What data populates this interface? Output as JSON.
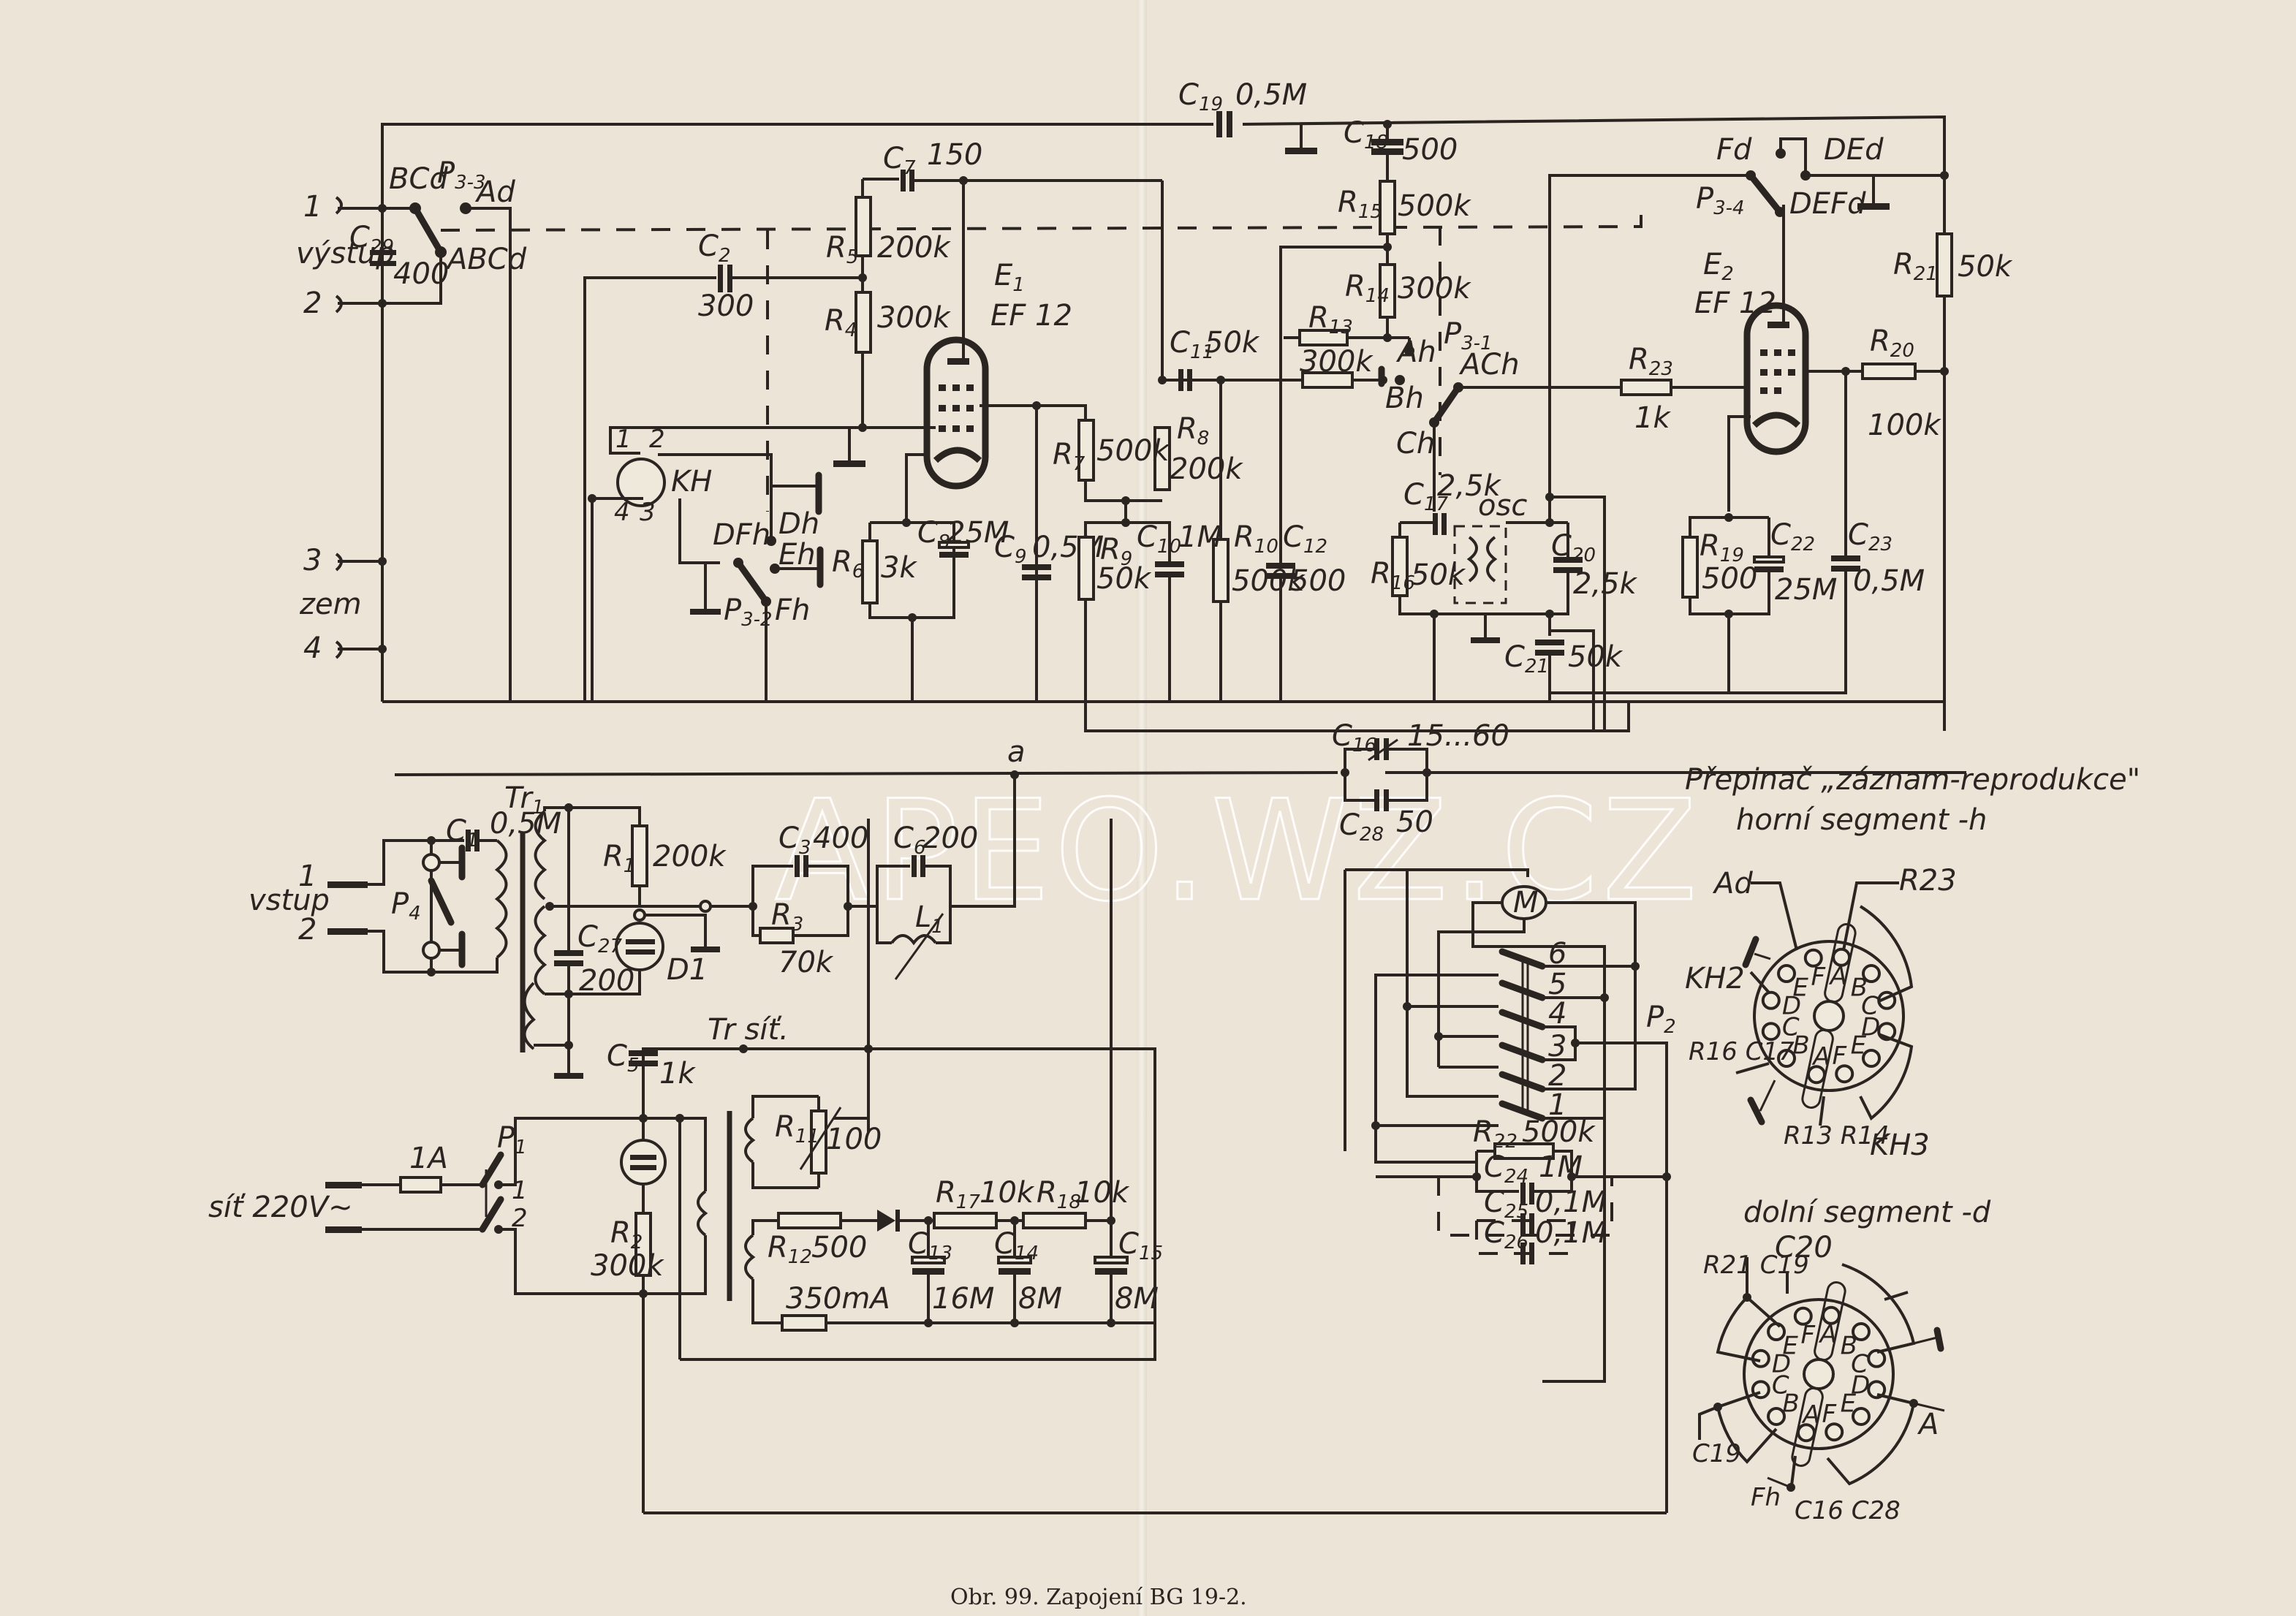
{
  "caption": "Obr. 99. Zapojení BG 19-2.",
  "watermark": "APEO.WZ.CZ",
  "connectors": {
    "output_label": "výstup",
    "output_pins": [
      "1",
      "2"
    ],
    "ground_label": "zem",
    "ground_pins": [
      "3",
      "4"
    ],
    "input_label": "vstup",
    "input_pins": [
      "1",
      "2"
    ],
    "mains_label": "síť 220V~"
  },
  "tubes": [
    {
      "ref": "E1",
      "type": "EF 12"
    },
    {
      "ref": "E2",
      "type": "EF 12"
    }
  ],
  "components": {
    "C1": "0,5M",
    "C2": "300",
    "C3": "400",
    "C5": "1k",
    "C6": "200",
    "C7": "150",
    "C8": "25M",
    "C9": "0,5M",
    "C10": "1M",
    "C11": "50k",
    "C12": "500",
    "C13": "16M",
    "C14": "8M",
    "C15": "8M",
    "C16": "15...60",
    "C17": "2,5k",
    "C18": "500",
    "C19": "0,5M",
    "C20": "2,5k",
    "C21": "50k",
    "C22": "25M",
    "C23": "0,5M",
    "C24": "1M",
    "C25": "0,1M",
    "C26": "0,1M",
    "C27": "200",
    "C28": "50",
    "C29": "400",
    "R1": "200k",
    "R2": "300k",
    "R3": "70k",
    "R4": "300k",
    "R5": "200k",
    "R6": "3k",
    "R7": "500k",
    "R8": "200k",
    "R9": "50k",
    "R10": "500k",
    "R11": "100",
    "R12": "500",
    "R13": "300k",
    "R14": "300k",
    "R15": "500k",
    "R16": "50k",
    "R17": "10k",
    "R18": "10k",
    "R19": "500",
    "R20": "100k",
    "R21": "50k",
    "R22": "500k",
    "R23": "1k"
  },
  "misc_labels": {
    "fuse_main": "1A",
    "fuse_secondary": "350mA",
    "mains_transformer": "Tr síť.",
    "input_transformer": "Tr1",
    "head": "KH",
    "head_pins": [
      "1",
      "2",
      "3",
      "4"
    ],
    "diode": "D1",
    "coil": "L1",
    "oscillator": "osc",
    "node_a": "a",
    "motor": "M",
    "power_switch": "P1",
    "power_switch_pins": [
      "1",
      "2"
    ],
    "motor_switch": "P2",
    "motor_switch_positions": [
      "1",
      "2",
      "3",
      "4",
      "5",
      "6"
    ],
    "input_switch": "P4"
  },
  "switch_contacts": {
    "P3-3": [
      "BCd",
      "Ad",
      "ABCd"
    ],
    "P3-2": [
      "DFh",
      "Dh",
      "Eh",
      "Fh"
    ],
    "P3-1": [
      "Ah",
      "Bh",
      "ACh",
      "Ch"
    ],
    "P3-4": [
      "Fd",
      "DEd",
      "DEFd"
    ]
  },
  "switch_diagrams": {
    "title": "Přepinač „záznam-reprodukce\"",
    "upper": {
      "title": "horní segment -h",
      "contacts": [
        "A",
        "B",
        "C",
        "D",
        "E",
        "F",
        "A",
        "B",
        "C",
        "D",
        "E",
        "F"
      ],
      "connections": [
        "Ad",
        "R23",
        "KH2",
        "R16 C17",
        "R13 R14",
        "KH3"
      ]
    },
    "lower": {
      "title": "dolní segment -d",
      "contacts": [
        "A",
        "B",
        "C",
        "D",
        "E",
        "F",
        "A",
        "B",
        "C",
        "D",
        "E",
        "F"
      ],
      "connections": [
        "C20",
        "R21 C19",
        "C19",
        "A",
        "Fh",
        "C16 C28"
      ]
    }
  }
}
